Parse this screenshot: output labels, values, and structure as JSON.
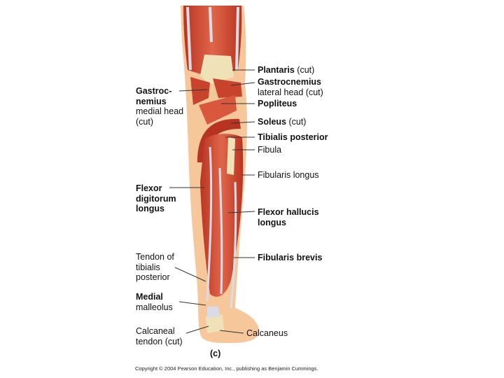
{
  "labels": {
    "plantaris": {
      "bold": "Plantaris",
      "rest": " (cut)"
    },
    "gastroc_lateral": {
      "bold": "Gastrocnemius",
      "line2": "lateral head (cut)"
    },
    "popliteus": "Popliteus",
    "soleus": {
      "bold": "Soleus",
      "rest": " (cut)"
    },
    "tibialis_posterior": "Tibialis posterior",
    "fibula": "Fibula",
    "fibularis_longus": "Fibularis longus",
    "flexor_hallucis": {
      "line1": "Flexor hallucis",
      "line2": "longus"
    },
    "fibularis_brevis": "Fibularis brevis",
    "calcaneus": "Calcaneus",
    "gastroc_medial": {
      "line1": "Gastroc-",
      "line2": "nemius",
      "line3": "medial head",
      "line4": "(cut)"
    },
    "flexor_digitorum": {
      "line1": "Flexor",
      "line2": "digitorum",
      "line3": "longus"
    },
    "tendon_tibialis": {
      "line1": "Tendon of",
      "line2": "tibialis",
      "line3": "posterior"
    },
    "medial_malleolus": {
      "line1": "Medial",
      "line2": "malleolus"
    },
    "calcaneal_tendon": {
      "line1": "Calcaneal",
      "line2": "tendon (cut)"
    }
  },
  "panel_label": "(c)",
  "copyright": "Copyright © 2004 Pearson Education, Inc., publishing as Benjamin Cummings.",
  "colors": {
    "muscle": "#c8432c",
    "muscle_light": "#e0664a",
    "tendon": "#d8dce6",
    "skin": "#f6c79a",
    "bone": "#efe2b8"
  }
}
